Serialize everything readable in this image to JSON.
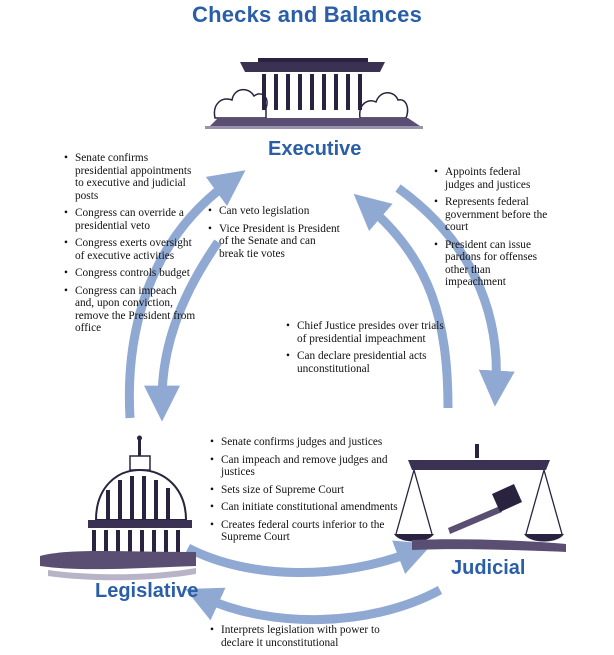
{
  "title": "Checks and Balances",
  "branches": {
    "executive": "Executive",
    "legislative": "Legislative",
    "judicial": "Judicial"
  },
  "legislative_on_executive": [
    "Senate confirms presidential appointments to executive and judicial posts",
    "Congress can override a presidential veto",
    "Congress exerts oversight of executive activities",
    "Congress controls budget",
    "Congress can impeach and, upon conviction, remove the President from office"
  ],
  "executive_on_legislative": [
    "Can veto legislation",
    "Vice President is President of the Senate and can break tie votes"
  ],
  "executive_on_judicial": [
    "Appoints federal judges and justices",
    "Represents federal government before the court",
    "President can issue pardons for offenses other than impeachment"
  ],
  "judicial_on_executive": [
    "Chief Justice presides over trials of presidential impeachment",
    "Can declare presidential acts unconstitutional"
  ],
  "legislative_on_judicial": [
    "Senate confirms judges and justices",
    "Can impeach and remove judges and justices",
    "Sets size of Supreme Court",
    "Can initiate constitutional amendments",
    "Creates federal courts inferior to the Supreme Court"
  ],
  "judicial_on_legislative": [
    "Interprets legislation with power to declare it unconstitutional"
  ],
  "colors": {
    "title": "#2a5fa8",
    "arrow": "#8fa9d3",
    "ink": "#111111",
    "shade": "#2a2340"
  }
}
